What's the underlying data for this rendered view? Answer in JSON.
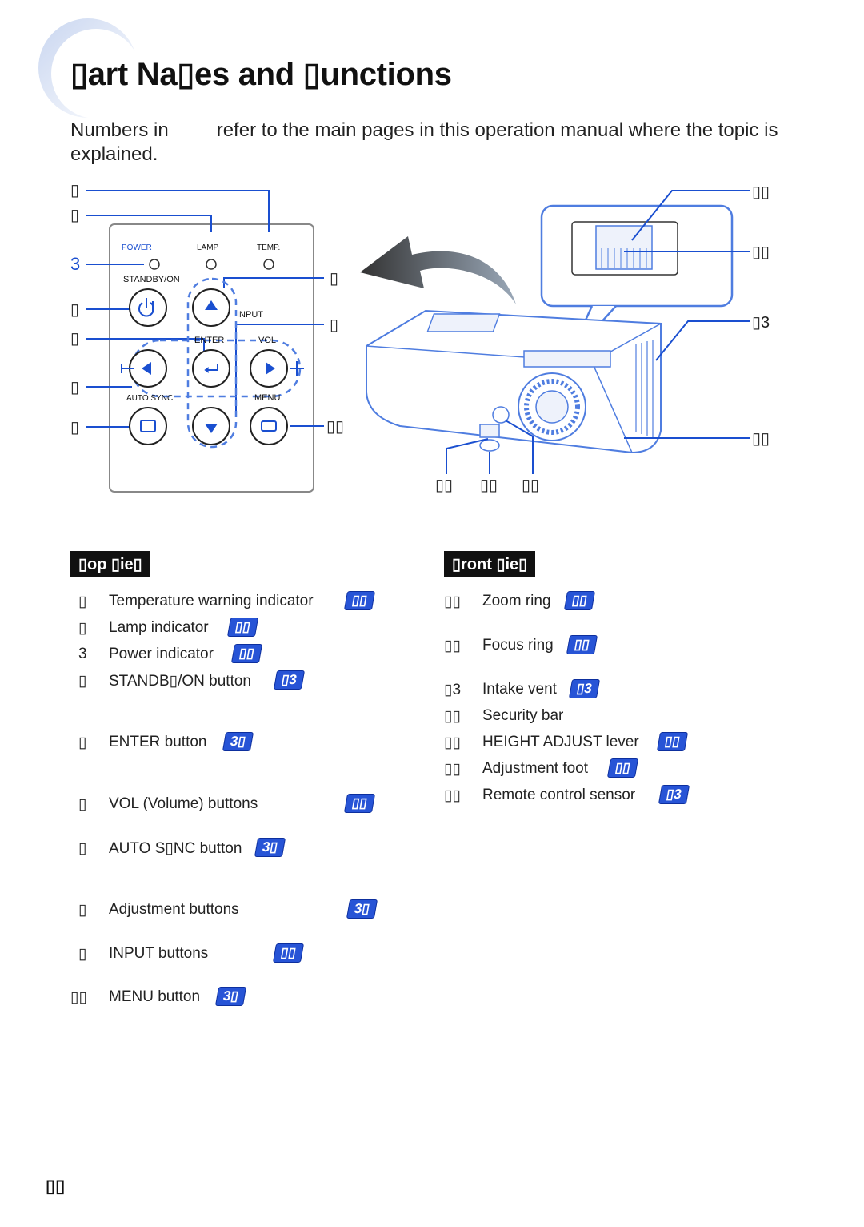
{
  "title": "▯art Na▯es and ▯unctions",
  "intro": {
    "before": "Numbers in",
    "after": "refer to the main pages in this operation manual where the topic is explained."
  },
  "panel": {
    "power": "POWER",
    "lamp": "LAMP",
    "temp": "TEMP.",
    "standby": "STANDBY/ON",
    "input": "INPUT",
    "enter": "ENTER",
    "vol": "VOL",
    "auto_sync": "AUTO SYNC",
    "menu": "MENU"
  },
  "callouts_left": [
    "▯",
    "▯",
    "3",
    "▯",
    "▯",
    "▯",
    "▯"
  ],
  "callouts_right_panel": [
    "▯",
    "▯",
    "▯▯"
  ],
  "callouts_projector": [
    "▯▯",
    "▯▯",
    "▯3",
    "▯▯",
    "▯▯",
    "▯▯",
    "▯▯"
  ],
  "top_view": {
    "header": "▯op ▯ie▯",
    "items": [
      {
        "num": "▯",
        "label": "Temperature warning indicator",
        "page": "▯▯"
      },
      {
        "num": "▯",
        "label": "Lamp indicator",
        "page": "▯▯"
      },
      {
        "num": "3",
        "label": "Power indicator",
        "page": "▯▯"
      },
      {
        "num": "▯",
        "label": "STANDB▯/ON button",
        "page": "▯3"
      },
      {
        "num": "▯",
        "label": "ENTER button",
        "page": "3▯"
      },
      {
        "num": "▯",
        "label": "VOL (Volume) buttons",
        "page": "▯▯"
      },
      {
        "num": "▯",
        "label": "AUTO S▯NC button",
        "page": "3▯"
      },
      {
        "num": "▯",
        "label": "Adjustment buttons",
        "page": "3▯"
      },
      {
        "num": "▯",
        "label": "INPUT buttons",
        "page": "▯▯"
      },
      {
        "num": "▯▯",
        "label": "MENU button",
        "page": "3▯"
      }
    ]
  },
  "front_view": {
    "header": "▯ront ▯ie▯",
    "items": [
      {
        "num": "▯▯",
        "label": "Zoom ring",
        "page": "▯▯"
      },
      {
        "num": "▯▯",
        "label": "Focus ring",
        "page": "▯▯"
      },
      {
        "num": "▯3",
        "label": "Intake vent",
        "page": "▯3"
      },
      {
        "num": "▯▯",
        "label": "Security bar",
        "page": ""
      },
      {
        "num": "▯▯",
        "label": "HEIGHT ADJUST lever",
        "page": "▯▯"
      },
      {
        "num": "▯▯",
        "label": "Adjustment foot",
        "page": "▯▯"
      },
      {
        "num": "▯▯",
        "label": "Remote control sensor",
        "page": "▯3"
      }
    ]
  },
  "page_number": "▯▯"
}
